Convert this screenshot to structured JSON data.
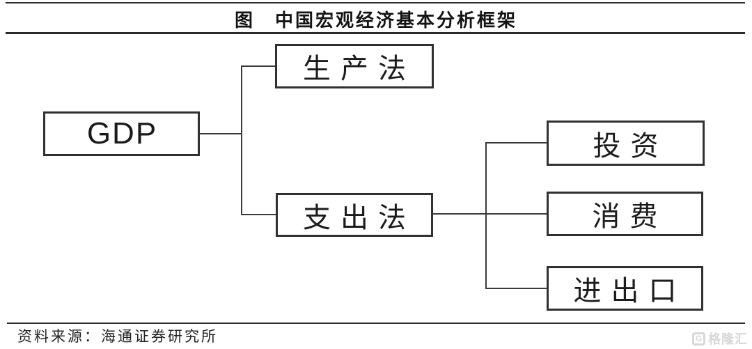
{
  "title": "图　中国宏观经济基本分析框架",
  "diagram": {
    "nodes": {
      "gdp": {
        "label": "GDP"
      },
      "production": {
        "label": "生产法"
      },
      "expenditure": {
        "label": "支出法"
      },
      "investment": {
        "label": "投资"
      },
      "consumption": {
        "label": "消费"
      },
      "trade": {
        "label": "进出口"
      }
    },
    "hierarchy": {
      "root": "GDP",
      "children": [
        {
          "label": "生产法",
          "children": []
        },
        {
          "label": "支出法",
          "children": [
            "投资",
            "消费",
            "进出口"
          ]
        }
      ]
    }
  },
  "footer": {
    "source": "资料来源：海通证券研究所"
  },
  "watermark": {
    "logo_letter": "G",
    "brand": "格隆汇"
  },
  "colors": {
    "background": "#ffffff",
    "border": "#303030",
    "line": "#3a3a3a",
    "text": "#1c1c1c",
    "watermark": "#d7d7d7"
  }
}
